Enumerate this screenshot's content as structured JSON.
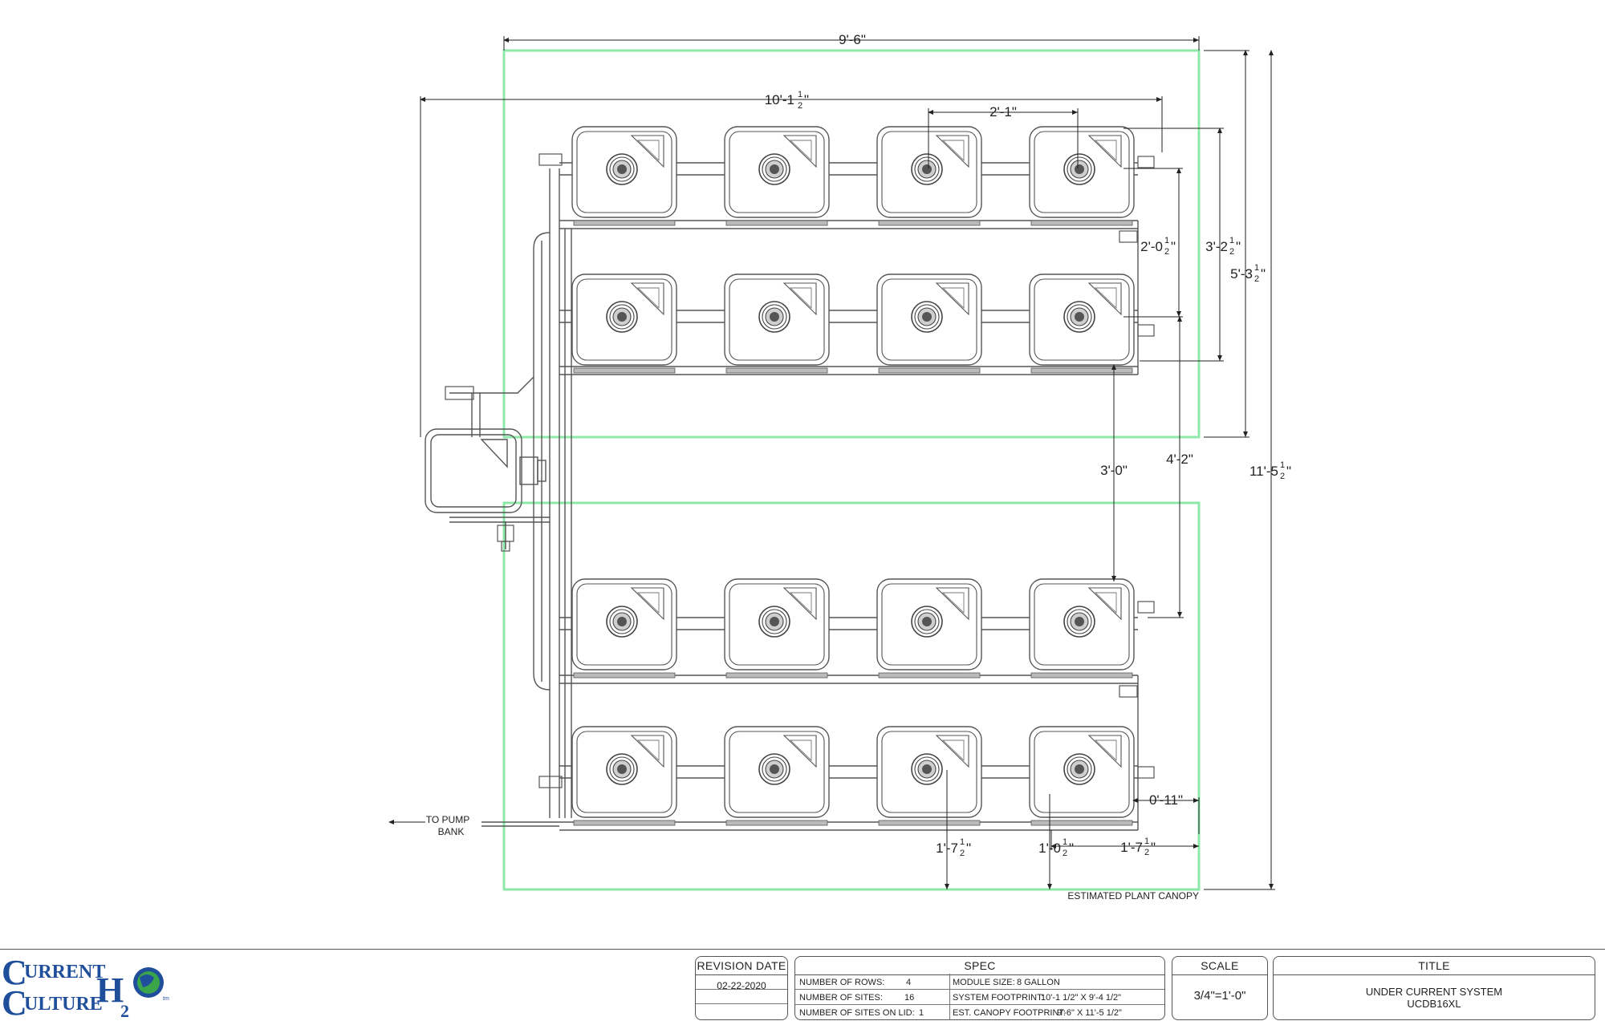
{
  "dimensions": {
    "overall_width": "9'-6\"",
    "system_length": "10'-1",
    "module_spacing": "2'-1\"",
    "row_spacing": "2'-0",
    "row_pair_depth": "3'-2",
    "canopy_depth_upper": "5'-3",
    "aisle": "3'-0\"",
    "row_to_row": "4'-2\"",
    "overall_length": "11'-5",
    "end_clearance": "0'-11\"",
    "canopy_margin_bottom": "1'-7",
    "module_offset": "1'-0",
    "canopy_margin_right": "1'-7",
    "half_fraction_top": "1",
    "half_fraction_bottom": "2"
  },
  "labels": {
    "to_pump_bank_line1": "TO PUMP",
    "to_pump_bank_line2": "BANK",
    "estimated_plant_canopy": "ESTIMATED PLANT CANOPY"
  },
  "title_block": {
    "logo": {
      "line1": "URRENT",
      "line2": "ULTURE",
      "initial1": "C",
      "initial2": "C",
      "h2o_h": "H",
      "h2o_2": "2",
      "tm": "tm"
    },
    "revision": {
      "header": "REVISION DATE",
      "date": "02-22-2020"
    },
    "spec": {
      "header": "SPEC",
      "rows": [
        {
          "label": "NUMBER OF ROWS:",
          "value": "4"
        },
        {
          "label": "NUMBER OF SITES:",
          "value": "16"
        },
        {
          "label": "NUMBER OF SITES ON LID:",
          "value": "1"
        }
      ],
      "right_rows": [
        {
          "label": "MODULE SIZE:",
          "value": "8 GALLON"
        },
        {
          "label": "SYSTEM FOOTPRINT:",
          "value": "10'-1 1/2\" X 9'-4 1/2\""
        },
        {
          "label": "EST. CANOPY FOOTPRINT:",
          "value": "9'-6\" X 11'-5 1/2\""
        }
      ]
    },
    "scale": {
      "header": "SCALE",
      "value": "3/4\"=1'-0\""
    },
    "title": {
      "header": "TITLE",
      "line1": "UNDER CURRENT SYSTEM",
      "line2": "UCDB16XL"
    }
  },
  "colors": {
    "canopy": "#8ee8a8",
    "line": "#444444",
    "logo_blue": "#1f4e9b",
    "globe_green": "#3aa54a"
  }
}
